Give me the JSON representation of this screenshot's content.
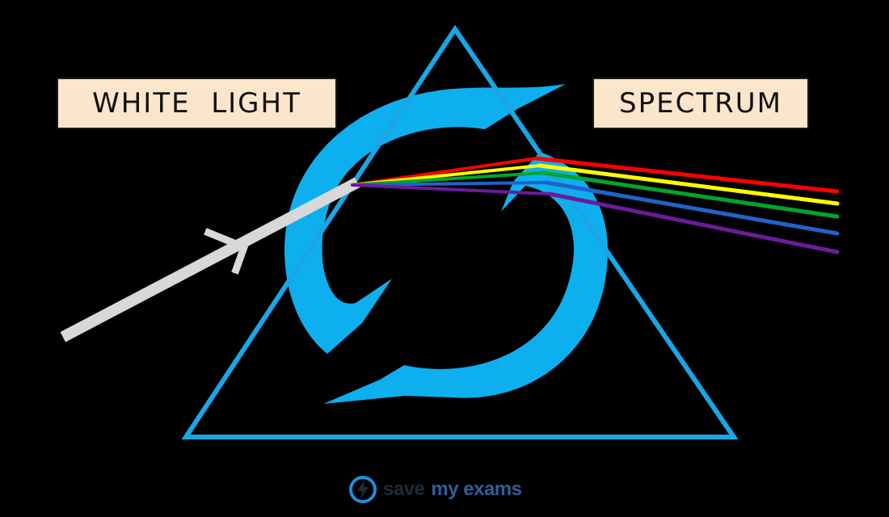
{
  "labels": {
    "white_light": "WHITE  LIGHT",
    "spectrum": "SPECTRUM"
  },
  "logo": {
    "word1": "save",
    "word2": "my exams",
    "icon": "lightning-bolt-icon"
  },
  "colors": {
    "prism": "#1aa6e4",
    "refresh_arrows": "#0dafef",
    "white_ray": "#d8d8d8",
    "label_fill": "#fbe6cc",
    "red": "#ff0000",
    "yellow": "#ffff00",
    "green": "#00a62b",
    "blue": "#1e64c8",
    "violet": "#6a1c9a"
  }
}
